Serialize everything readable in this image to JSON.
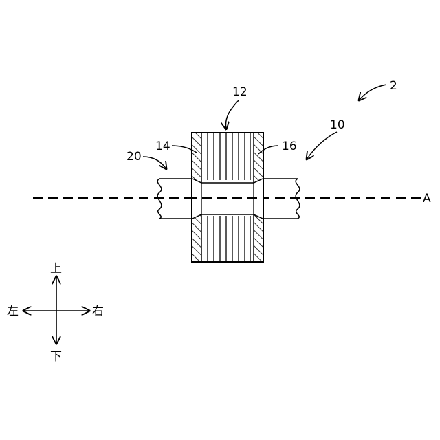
{
  "labels": {
    "ref_2": "2",
    "ref_10": "10",
    "ref_12": "12",
    "ref_14": "14",
    "ref_16": "16",
    "ref_20": "20",
    "axis_a": "A"
  },
  "directions": {
    "up": "上",
    "down": "下",
    "left": "左",
    "right": "右"
  }
}
